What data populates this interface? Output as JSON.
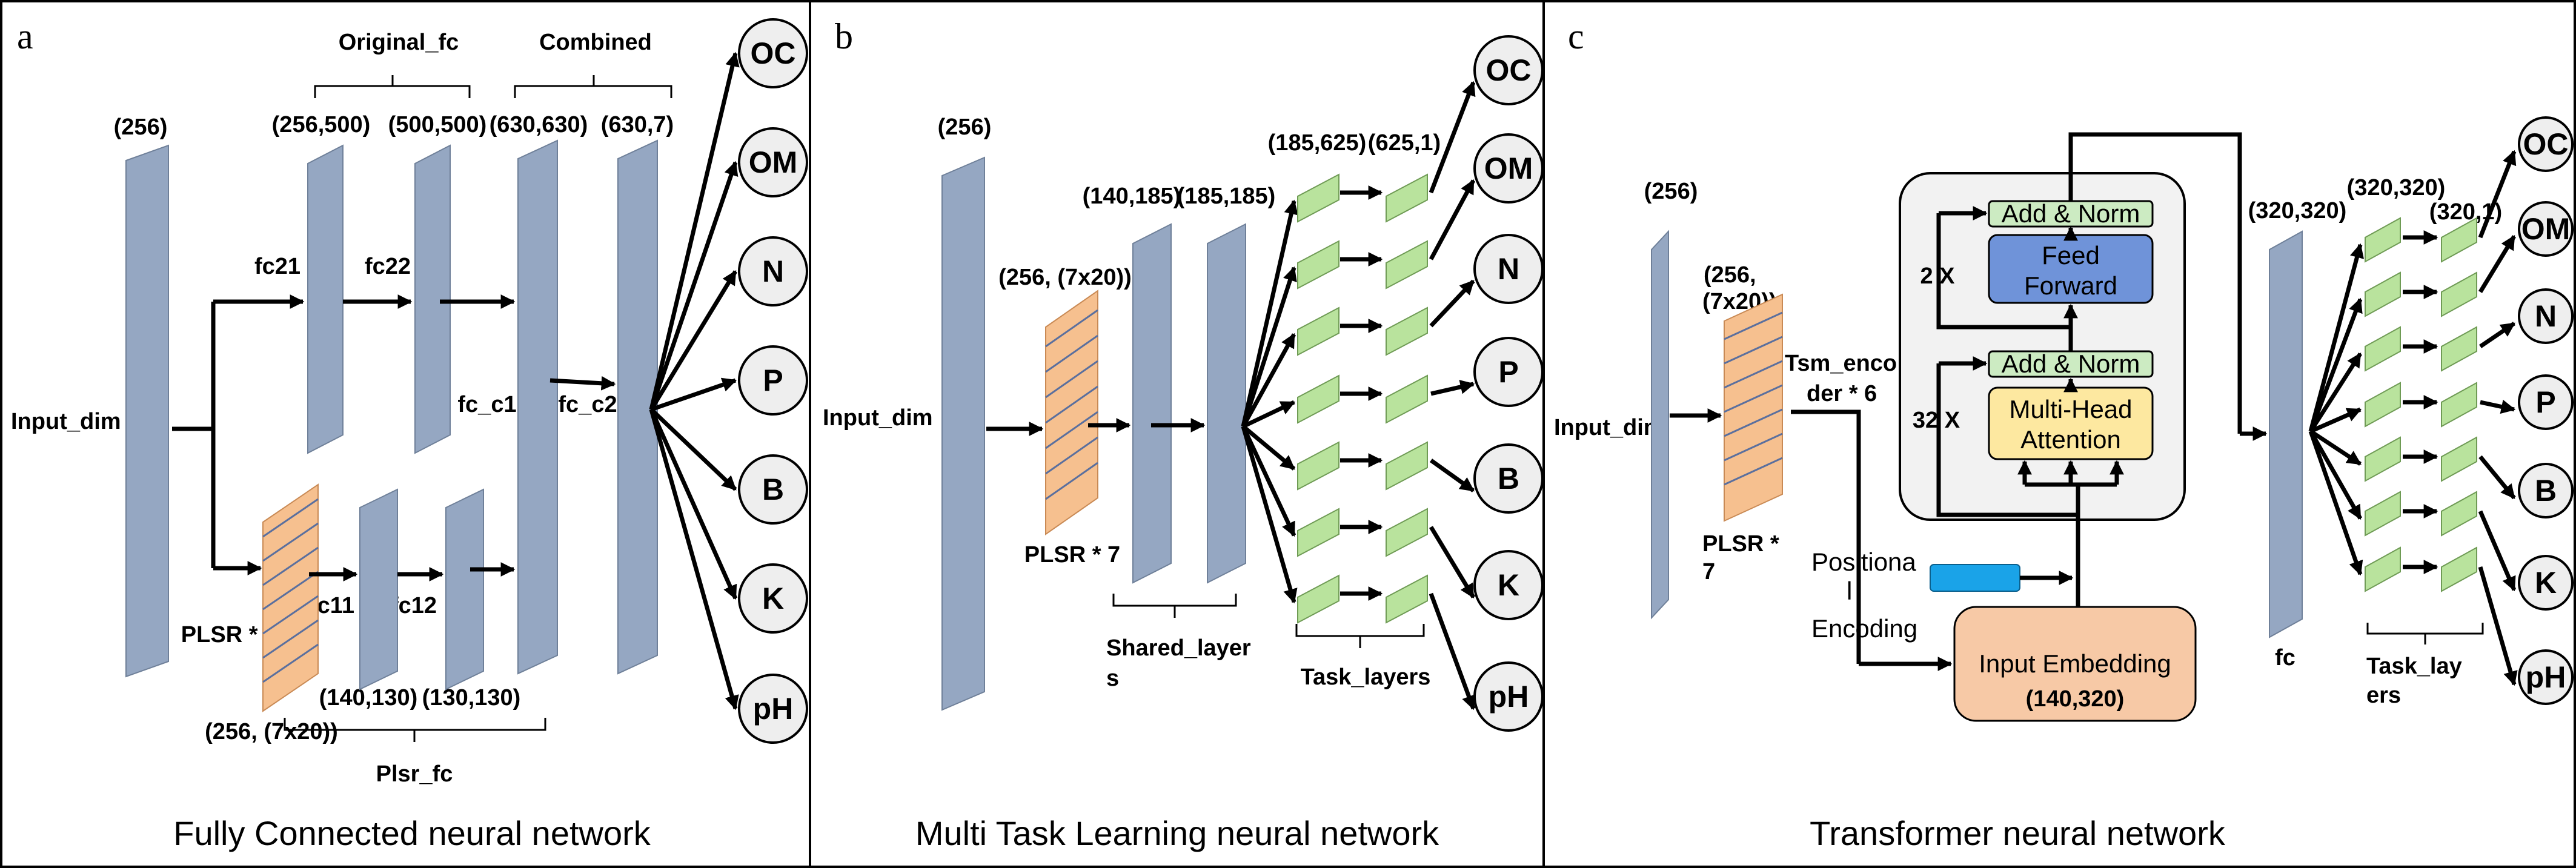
{
  "panels": {
    "a": {
      "letter": "a",
      "caption": "Fully Connected neural network",
      "dim_256": "(256)",
      "input_dim": "Input_dim",
      "original_fc": "Original_fc",
      "combined": "Combined",
      "dim_256_500": "(256,500)",
      "dim_500_500": "(500,500)",
      "dim_630_630": "(630,630)",
      "dim_630_7": "(630,7)",
      "fc21": "fc21",
      "fc22": "fc22",
      "fc_c1": "fc_c1",
      "fc_c2": "fc_c2",
      "fc11": "fc11",
      "fc12": "fc12",
      "plsr": "PLSR * 7",
      "dim_256_7x20": "(256, (7x20))",
      "dim_140_130": "(140,130)",
      "dim_130_130": "(130,130)",
      "plsr_fc": "Plsr_fc"
    },
    "b": {
      "letter": "b",
      "caption": "Multi Task Learning neural network",
      "dim_256": "(256)",
      "input_dim": "Input_dim",
      "dim_256_7x20": "(256, (7x20))",
      "plsr": "PLSR * 7",
      "dim_140_185": "(140,185)",
      "dim_185_185": "(185,185)",
      "dim_185_625": "(185,625)",
      "dim_625_1": "(625,1)",
      "shared_l1": "Shared_layer",
      "shared_l2": "s",
      "task_layers": "Task_layers"
    },
    "c": {
      "letter": "c",
      "caption": "Transformer neural network",
      "dim_256": "(256)",
      "input_dim": "Input_dim",
      "dim_256_l1": "(256,",
      "dim_256_l2": "(7x20))",
      "plsr_l1": "PLSR *",
      "plsr_l2": "7",
      "tsm_l1": "Tsm_enco",
      "tsm_l2": "der * 6",
      "add_norm_top": "Add & Norm",
      "feed_forward_l1": "Feed",
      "feed_forward_l2": "Forward",
      "two_x": "2 X",
      "add_norm_bottom": "Add & Norm",
      "thirty_two_x": "32 X",
      "mha_l1": "Multi-Head",
      "mha_l2": "Attention",
      "pos_l1": "Positiona",
      "pos_l2": "l",
      "pos_l3": "Encoding",
      "input_embedding": "Input Embedding",
      "embedding_dim": "(140,320)",
      "dim_320_320_fc": "(320,320)",
      "dim_320_320_task": "(320,320)",
      "dim_320_1": "(320,1)",
      "fc": "fc",
      "task_l1": "Task_lay",
      "task_l2": "ers"
    }
  },
  "outputs": [
    "OC",
    "OM",
    "N",
    "P",
    "B",
    "K",
    "pH"
  ],
  "colors": {
    "layer_blue": "#95a7c2",
    "plsr_orange": "#f6c08f",
    "task_green": "#b9e39d",
    "feed_forward": "#6f93d9",
    "attention": "#fde8a0",
    "embedding": "#f7c9a6",
    "positional": "#1aa3e8",
    "encoder_bg": "#f2f2f2"
  }
}
